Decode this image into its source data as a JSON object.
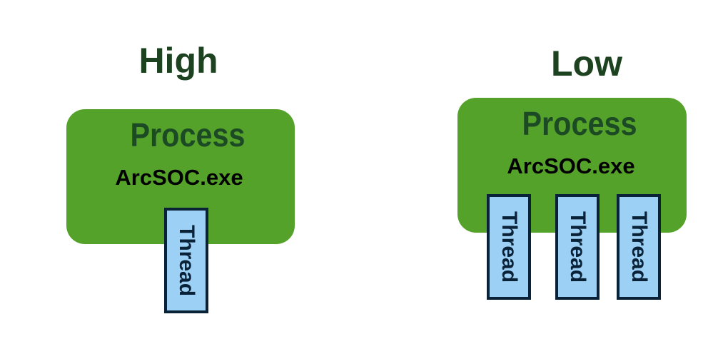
{
  "panels": [
    {
      "title": "High",
      "process_label": "Process",
      "exe": "ArcSOC.exe",
      "threads": [
        "Thread"
      ]
    },
    {
      "title": "Low",
      "process_label": "Process",
      "exe": "ArcSOC.exe",
      "threads": [
        "Thread",
        "Thread",
        "Thread"
      ]
    }
  ],
  "colors": {
    "process": "#55a22a",
    "thread": "#9dd0f5",
    "border": "#0a2238",
    "title": "#1c4220"
  }
}
